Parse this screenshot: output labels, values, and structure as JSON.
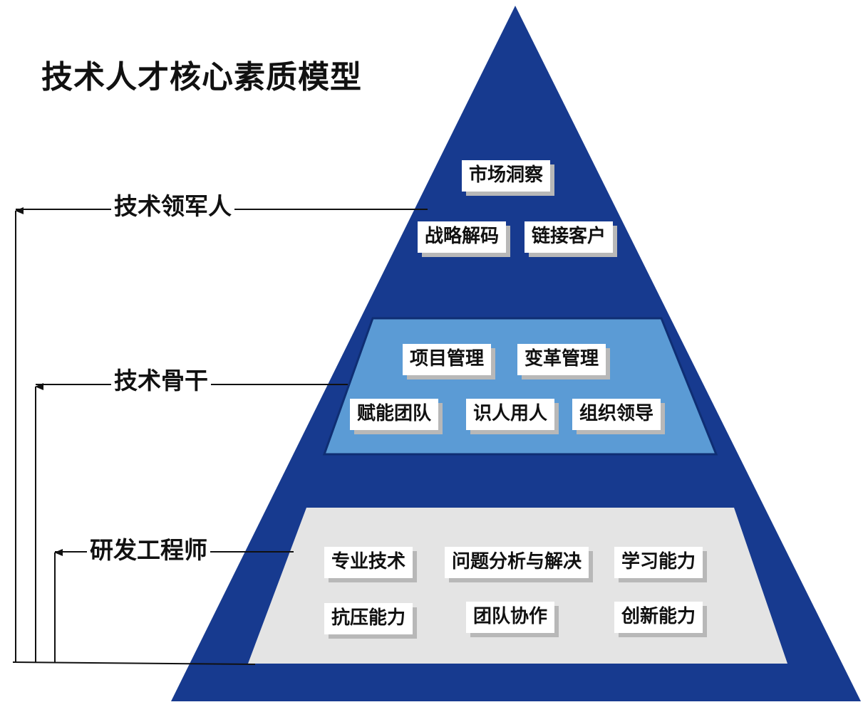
{
  "title": "技术人才核心素质模型",
  "colors": {
    "pyramid": "#173a8f",
    "middle_band": "#5b9bd5",
    "bottom_band": "#e4e4e4",
    "line": "#111111"
  },
  "levels": [
    {
      "label": "技术领军人",
      "skills": [
        "市场洞察",
        "战略解码",
        "链接客户"
      ]
    },
    {
      "label": "技术骨干",
      "skills": [
        "项目管理",
        "变革管理",
        "赋能团队",
        "识人用人",
        "组织领导"
      ]
    },
    {
      "label": "研发工程师",
      "skills": [
        "专业技术",
        "问题分析与解决",
        "学习能力",
        "抗压能力",
        "团队协作",
        "创新能力"
      ]
    }
  ]
}
